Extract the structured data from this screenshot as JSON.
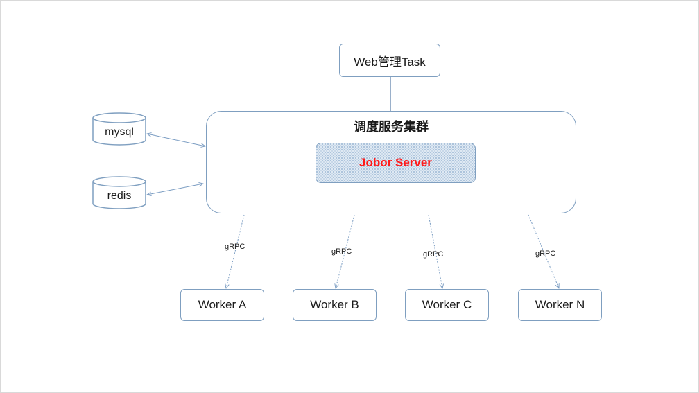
{
  "web_box": {
    "label": "Web管理Task"
  },
  "cluster": {
    "title": "调度服务集群",
    "server_label": "Jobor Server"
  },
  "databases": [
    {
      "label": "mysql"
    },
    {
      "label": "redis"
    }
  ],
  "workers": [
    {
      "label": "Worker A",
      "edge_label": "gRPC"
    },
    {
      "label": "Worker B",
      "edge_label": "gRPC"
    },
    {
      "label": "Worker C",
      "edge_label": "gRPC"
    },
    {
      "label": "Worker N",
      "edge_label": "gRPC"
    }
  ],
  "colors": {
    "box_border": "#7f9fc0",
    "server_text": "#ff1a1a",
    "arrow": "#7a9cc2"
  }
}
